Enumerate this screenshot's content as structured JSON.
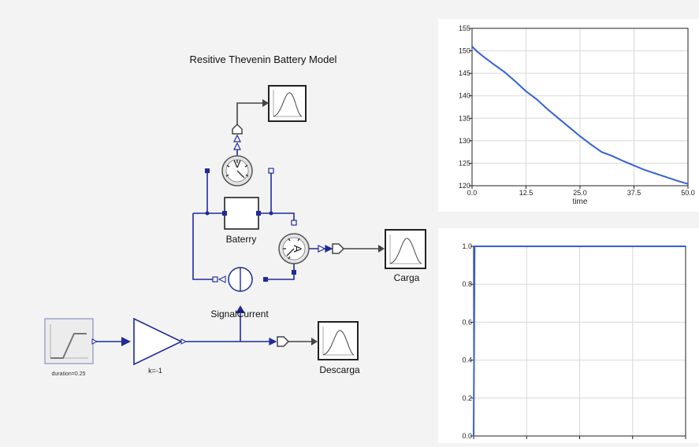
{
  "diagram": {
    "title": "Resitive Thevenin Battery Model",
    "components": {
      "battery_label": "Baterry",
      "voltmeter_letter": "V",
      "ammeter_letter": "A",
      "signal_current_label": "SignalCurrent",
      "ramp_param": "duration=0.25",
      "gain_param": "k=-1",
      "scope_carga_label": "Carga",
      "scope_descarga_label": "Descarga"
    }
  },
  "chart_data": [
    {
      "type": "line",
      "title": "",
      "xlabel": "time",
      "ylabel": "",
      "xlim": [
        0,
        50
      ],
      "ylim": [
        120,
        155
      ],
      "x_ticks": [
        "0.0",
        "12.5",
        "25.0",
        "37.5",
        "50.0"
      ],
      "y_ticks": [
        "120",
        "125",
        "130",
        "135",
        "140",
        "145",
        "150",
        "155"
      ],
      "grid": true,
      "color": "#3461d6",
      "series": [
        {
          "x": [
            0,
            1,
            2.5,
            5,
            7.5,
            10,
            12.5,
            15,
            17.5,
            20,
            22.5,
            25,
            27.5,
            30,
            32.5,
            35,
            37.5,
            40,
            42.5,
            45,
            47.5,
            50
          ],
          "y": [
            151,
            150,
            148.8,
            147,
            145.3,
            143.2,
            141,
            139.2,
            137,
            135,
            133,
            131,
            129.2,
            127.5,
            126.6,
            125.5,
            124.5,
            123.5,
            122.7,
            121.9,
            121.1,
            120.4
          ]
        }
      ]
    },
    {
      "type": "line",
      "title": "",
      "xlabel": "",
      "ylabel": "",
      "xlim": [
        0,
        50
      ],
      "ylim": [
        0,
        1
      ],
      "y_ticks": [
        "0.0",
        "0.2",
        "0.4",
        "0.6",
        "0.8",
        "1.0"
      ],
      "grid": true,
      "color": "#3461d6",
      "series": [
        {
          "x": [
            0,
            0.25,
            50
          ],
          "y": [
            0,
            1,
            1
          ]
        }
      ]
    }
  ]
}
